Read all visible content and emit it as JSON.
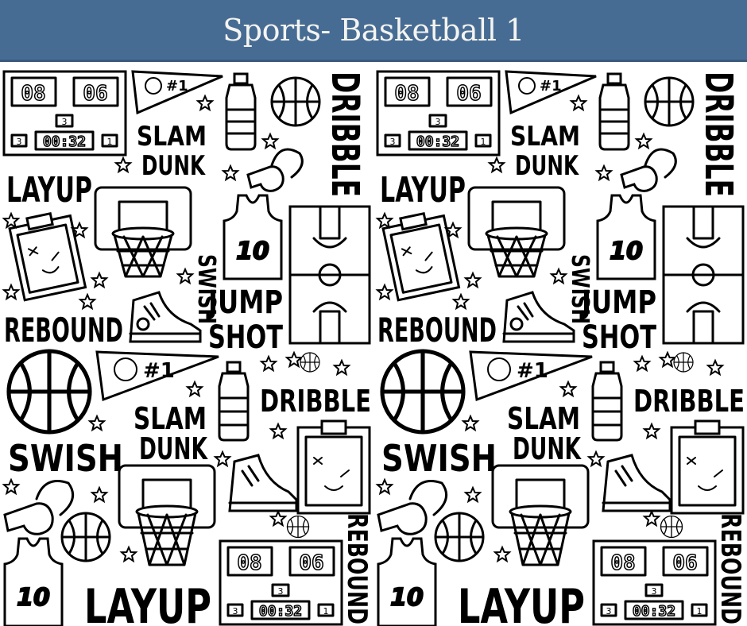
{
  "header": {
    "title": "Sports- Basketball 1",
    "background_color": "#476c94",
    "text_color": "#f4f4f0"
  },
  "tile": {
    "scoreboard": {
      "home": "08",
      "away": "06",
      "period": "3",
      "left": "3",
      "clock": "00:32",
      "right": "1"
    },
    "pennant": "#1",
    "words": {
      "slam": "SLAM",
      "dunk": "DUNK",
      "dribble": "DRIBBLE",
      "layup": "LAYUP",
      "swish": "SWISH",
      "rebound": "REBOUND",
      "jump": "JUMP",
      "shot": "SHOT"
    },
    "jersey_number": "10"
  },
  "icons": [
    "scoreboard-icon",
    "pennant-icon",
    "water-bottle-icon",
    "basketball-icon",
    "whistle-icon",
    "hoop-icon",
    "jersey-icon",
    "court-icon",
    "clipboard-icon",
    "sneaker-icon",
    "star-icon"
  ]
}
